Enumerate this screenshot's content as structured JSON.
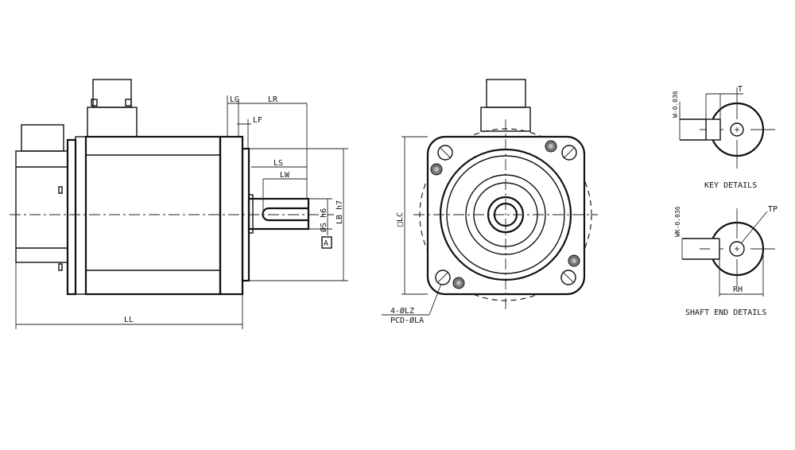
{
  "side_view": {
    "labels": {
      "lg": "LG",
      "lr": "LR",
      "lf": "LF",
      "ls": "LS",
      "lw": "LW",
      "shaft_dia": "ØS h6",
      "lb": "LB h7",
      "datum": "A",
      "ll": "LL"
    }
  },
  "front_view": {
    "labels": {
      "lc": "□LC",
      "lz": "4-ØLZ",
      "pcd": "PCD-ØLA"
    }
  },
  "key_details": {
    "caption": "KEY DETAILS",
    "w_label": "W-0.036",
    "t_label": "T"
  },
  "shaft_end_details": {
    "caption": "SHAFT END DETAILS",
    "wk_label": "WK-0.036",
    "tp_label": "TP",
    "rh_label": "RH"
  }
}
